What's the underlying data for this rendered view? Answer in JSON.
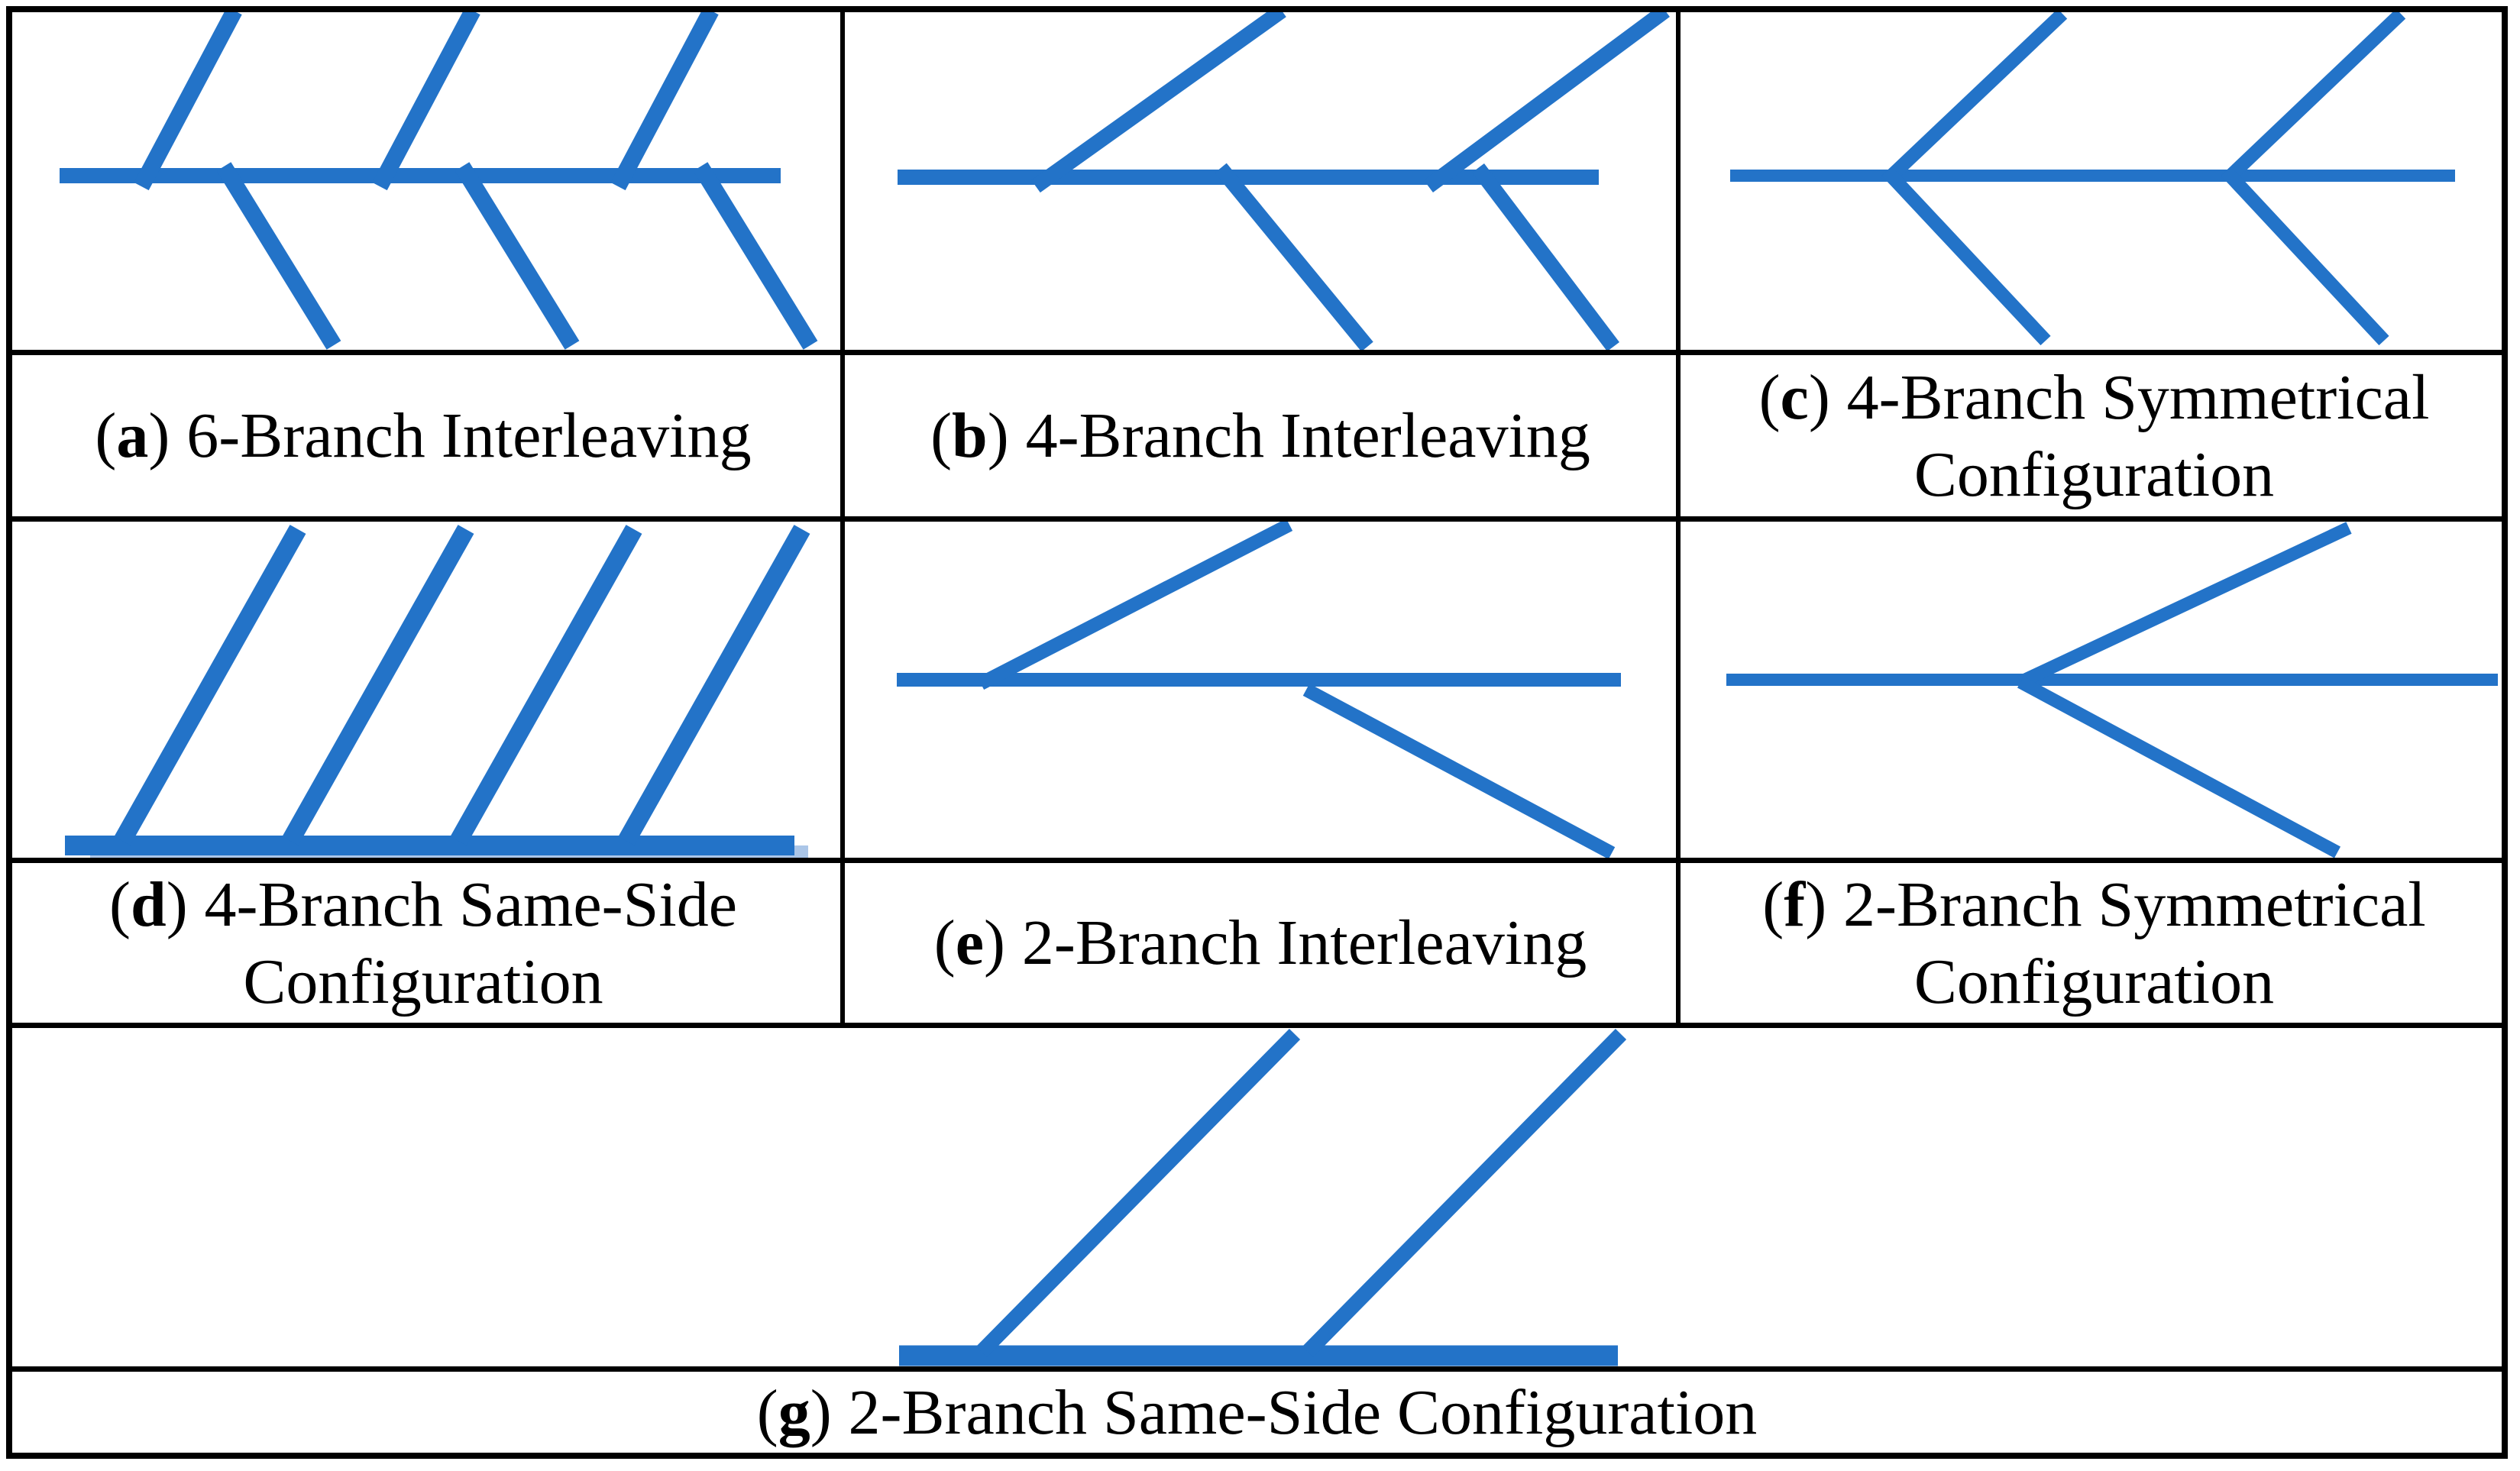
{
  "figure": {
    "colors": {
      "line_blue": "#2373C8",
      "line_blue_light": "#7FA9DC",
      "border": "#000000",
      "background": "#FFFFFF"
    },
    "cells": {
      "a": {
        "open": "(",
        "letter": "a",
        "close": ")",
        "text": "6-Branch Interleaving",
        "diagram": "fishbone-6-branch-interleaving",
        "top_branches": 3,
        "bottom_branches": 3,
        "arrangement": "interleaving"
      },
      "b": {
        "open": "(",
        "letter": "b",
        "close": ")",
        "text": "4-Branch Interleaving",
        "diagram": "fishbone-4-branch-interleaving",
        "top_branches": 2,
        "bottom_branches": 2,
        "arrangement": "interleaving"
      },
      "c": {
        "open": "(",
        "letter": "c",
        "close": ")",
        "text": "4-Branch Symmetrical",
        "line2": "Configuration",
        "diagram": "fishbone-4-branch-symmetrical",
        "top_branches": 2,
        "bottom_branches": 2,
        "arrangement": "symmetrical"
      },
      "d": {
        "open": "(",
        "letter": "d",
        "close": ")",
        "text": "4-Branch Same-Side",
        "line2": "Configuration",
        "diagram": "fishbone-4-branch-same-side",
        "top_branches": 4,
        "bottom_branches": 0,
        "arrangement": "same-side"
      },
      "e": {
        "open": "(",
        "letter": "e",
        "close": ")",
        "text": "2-Branch Interleaving",
        "diagram": "fishbone-2-branch-interleaving",
        "top_branches": 1,
        "bottom_branches": 1,
        "arrangement": "interleaving"
      },
      "f": {
        "open": "(",
        "letter": "f",
        "close": ")",
        "text": "2-Branch Symmetrical",
        "line2": "Configuration",
        "diagram": "fishbone-2-branch-symmetrical",
        "top_branches": 1,
        "bottom_branches": 1,
        "arrangement": "symmetrical"
      },
      "g": {
        "open": "(",
        "letter": "g",
        "close": ")",
        "text": "2-Branch Same-Side Configuration",
        "diagram": "fishbone-2-branch-same-side",
        "top_branches": 2,
        "bottom_branches": 0,
        "arrangement": "same-side"
      }
    }
  }
}
